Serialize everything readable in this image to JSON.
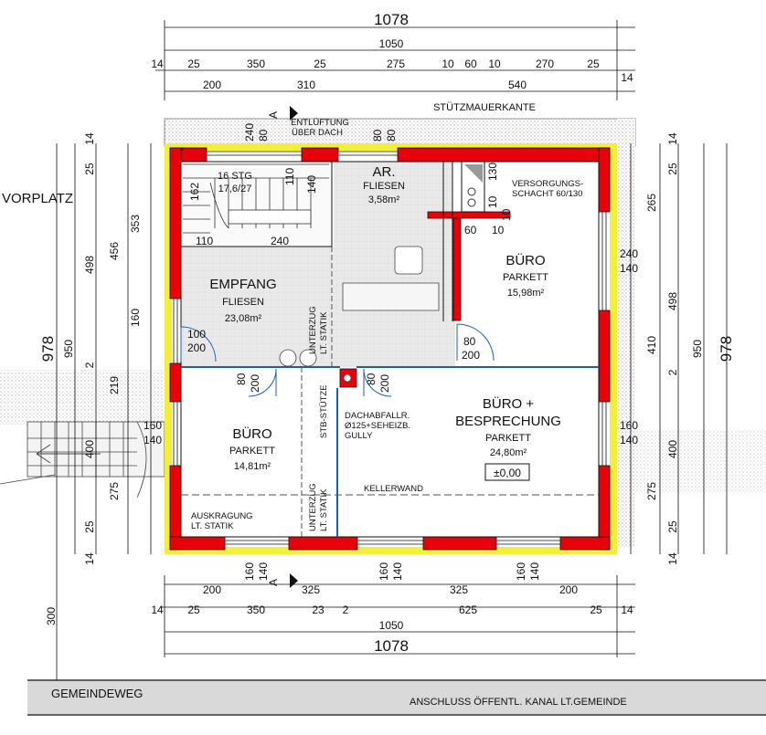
{
  "labels": {
    "vorplatz": "VORPLATZ",
    "stuetzmauerkante": "STÜTZMAUERKANTE",
    "entlueftung_1": "ENTLÜFTUNG",
    "entlueftung_2": "ÜBER DACH",
    "versorgung_1": "VERSORGUNGS-",
    "versorgung_2": "SCHACHT 60/130",
    "stair_1": "16 STG",
    "stair_2": "17,6/27",
    "unterzug_1": "UNTERZUG",
    "unterzug_2": "LT. STATIK",
    "stb_stuetze": "STB-STÜTZE",
    "dachabfall_1": "DACHABFALLR.",
    "dachabfall_2": "Ø125+SEHEIZB.",
    "dachabfall_3": "GULLY",
    "kellerwand": "KELLERWAND",
    "auskragung_1": "AUSKRAGUNG",
    "auskragung_2": "LT. STATIK",
    "gemeindeweg": "GEMEINDEWEG",
    "anschluss": "ANSCHLUSS ÖFFENTL. KANAL LT.GEMEINDE",
    "level": "±0,00",
    "section_mark": "A"
  },
  "rooms": {
    "ar": {
      "name": "AR.",
      "floor": "FLIESEN",
      "area": "3,58m²"
    },
    "empfang": {
      "name": "EMPFANG",
      "floor": "FLIESEN",
      "area": "23,08m²"
    },
    "buero_ne": {
      "name": "BÜRO",
      "floor": "PARKETT",
      "area": "15,98m²"
    },
    "buero_sw": {
      "name": "BÜRO",
      "floor": "PARKETT",
      "area": "14,81m²"
    },
    "besprechung": {
      "name1": "BÜRO +",
      "name2": "BESPRECHUNG",
      "floor": "PARKETT",
      "area": "24,80m²"
    }
  },
  "dims": {
    "top_total": "1078",
    "top_inner": "1050",
    "top_row3": [
      "14",
      "25",
      "350",
      "25",
      "275",
      "10",
      "60",
      "10",
      "270",
      "25",
      "14"
    ],
    "top_row4": [
      "200",
      "310",
      "540"
    ],
    "bottom_total": "1078",
    "bottom_inner": "1050",
    "bottom_row1": [
      "200",
      "325",
      "325",
      "200"
    ],
    "bottom_row2": [
      "14",
      "25",
      "350",
      "23",
      "2",
      "625",
      "25",
      "14"
    ],
    "openings_top": [
      "240",
      "80",
      "80",
      "80"
    ],
    "openings_bottom": [
      "160",
      "140",
      "160",
      "140",
      "160",
      "140"
    ],
    "left_total": "978",
    "left_inner": "950",
    "left_row": [
      "14",
      "25",
      "498",
      "2",
      "400",
      "25",
      "14"
    ],
    "left_row2": [
      "353",
      "160",
      "219",
      "275"
    ],
    "left_outer": [
      "456"
    ],
    "left_300": "300",
    "right_total": "978",
    "right_inner": "950",
    "right_row": [
      "14",
      "25",
      "498",
      "2",
      "400",
      "25",
      "14"
    ],
    "right_row2": [
      "265",
      "410",
      "275"
    ],
    "win_left": [
      "160",
      "140"
    ],
    "win_right": [
      "240",
      "140",
      "160",
      "140"
    ],
    "doors": [
      "100",
      "200",
      "80",
      "200",
      "80",
      "200",
      "80",
      "200"
    ],
    "stair_dims": [
      "162",
      "110",
      "110",
      "240",
      "140"
    ],
    "shaft_dims": [
      "130",
      "10",
      "10",
      "60",
      "10"
    ]
  },
  "colors": {
    "wall": "#e8000a",
    "insulation": "#f2ef3c",
    "tiles": "#e3e3e3",
    "hatch": "#bfbfbf",
    "line": "#111111",
    "glass": "#1a5fb4"
  }
}
